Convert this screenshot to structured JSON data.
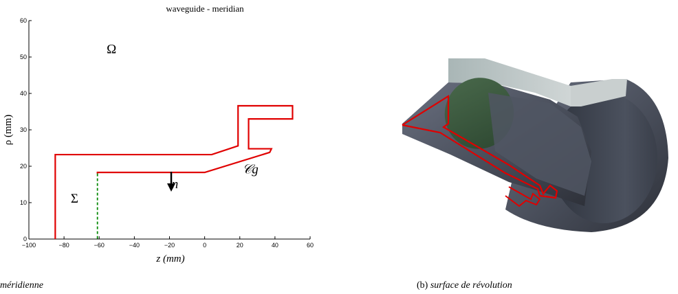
{
  "chart_data": {
    "type": "line",
    "title": "waveguide - meridian",
    "xlabel": "z (mm)",
    "ylabel": "ρ (mm)",
    "xlim": [
      -100,
      60
    ],
    "ylim": [
      0,
      60
    ],
    "xticks": [
      -100,
      -80,
      -60,
      -40,
      -20,
      0,
      20,
      40,
      60
    ],
    "yticks": [
      0,
      10,
      20,
      30,
      40,
      50,
      60
    ],
    "grid": false,
    "series": [
      {
        "color": "#e00000",
        "style": "solid",
        "x": [
          -85,
          -85,
          4,
          19,
          19,
          50,
          50,
          25,
          25,
          38,
          37,
          0,
          -61,
          -61
        ],
        "y": [
          0,
          23.2,
          23.2,
          25.6,
          36.6,
          36.6,
          33,
          33,
          24.8,
          24.8,
          23.8,
          18.3,
          18.3,
          18
        ]
      },
      {
        "color": "#008800",
        "style": "dashed",
        "x": [
          -61,
          -61
        ],
        "y": [
          18,
          0
        ]
      }
    ],
    "annotations": [
      {
        "text": "Ω",
        "x": -53,
        "y": 51
      },
      {
        "text": "Σ",
        "x": -74,
        "y": 10
      },
      {
        "text": "n⃗",
        "x": -14,
        "y": 14
      },
      {
        "text": "𝒞g",
        "x": 26,
        "y": 18
      }
    ]
  },
  "captions": {
    "a_text": "méridienne",
    "b_label": "(b)",
    "b_text": "surface de révolution"
  },
  "colors": {
    "boundary": "#e00000",
    "sigma": "#008800",
    "solid_dark": "#4a4f5a",
    "solid_light": "#b8c2c2",
    "interior_green": "#3a5a3e"
  }
}
